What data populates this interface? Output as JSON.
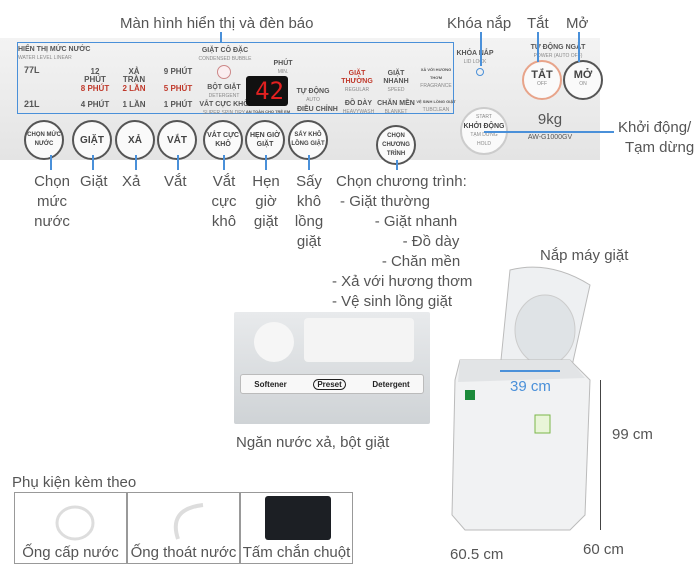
{
  "labels": {
    "display": "Màn hình hiển thị và đèn báo",
    "lid_lock": "Khóa nắp",
    "off": "Tắt",
    "on": "Mở",
    "start_line1": "Khởi động/",
    "start_line2": "Tạm dừng",
    "water_level": [
      "Chọn",
      "mức",
      "nước"
    ],
    "wash": "Giặt",
    "rinse": "Xả",
    "spin": "Vắt",
    "super_spin": [
      "Vắt",
      "cực",
      "khô"
    ],
    "preset": [
      "Hẹn",
      "giờ",
      "giặt"
    ],
    "tub_dry": [
      "Sấy",
      "khô",
      "lồng",
      "giặt"
    ],
    "course_title": "Chọn chương trình:",
    "courses": [
      "- Giặt thường",
      "- Giặt nhanh",
      "- Đồ dày",
      "- Chăn mền",
      "- Xả với hương thơm",
      "- Vệ sinh lồng giặt"
    ],
    "lid": "Nắp máy giặt",
    "drawer": "Ngăn nước xả, bột giặt",
    "dim_depth_tub": "39 cm",
    "dim_height": "99 cm",
    "dim_width": "60.5 cm",
    "dim_depth": "60 cm"
  },
  "panel": {
    "water_level_title": "HIỂN THỊ MỨC NƯỚC",
    "water_level_sub": "WATER LEVEL LINEAR",
    "level_high": "77L",
    "level_low": "21L",
    "wash_times": [
      "12 PHÚT",
      "8 PHÚT",
      "4 PHÚT"
    ],
    "rinse_times": [
      "XẢ TRÀN",
      "2 LẦN",
      "1 LẦN"
    ],
    "spin_times": [
      "9 PHÚT",
      "5 PHÚT",
      "1 PHÚT"
    ],
    "condensed": "GIẶT CÔ ĐẶC",
    "condensed_sub": "CONDENSED BUBBLE",
    "detergent": "BỘT GIẶT",
    "detergent_sub": "DETERGENT",
    "super_spin": "VẮT CỰC KHÔ",
    "super_spin_sub": "SUPER SPIN DRY",
    "minute": "PHÚT",
    "minute_sub": "MIN.",
    "display_value": "42",
    "child_proof": "AN TOÀN CHO TRẺ EM",
    "auto": "TỰ ĐỘNG",
    "auto_sub": "AUTO",
    "manual": "ĐIỀU CHỈNH",
    "courses": [
      {
        "vi": "GIẶT THƯỜNG",
        "en": "REGULAR"
      },
      {
        "vi": "GIẶT NHANH",
        "en": "SPEED"
      },
      {
        "vi": "XẢ VỚI HƯƠNG THƠM",
        "en": "FRAGRANCE"
      },
      {
        "vi": "ĐỒ DÀY",
        "en": "HEAVYWASH"
      },
      {
        "vi": "CHĂN MỀN",
        "en": "BLANKET"
      },
      {
        "vi": "VỆ SINH LỒNG GIẶT",
        "en": "TUBCLEAN"
      }
    ],
    "lid_lock": "KHÓA NẮP",
    "lid_lock_sub": "LID LOCK",
    "power_off": "TỰ ĐỘNG NGẮT",
    "power_off_sub": "POWER (AUTO OFF)",
    "buttons": {
      "water": "CHỌN MỨC NƯỚC",
      "wash": "GIẶT",
      "rinse": "XẢ",
      "spin": "VẮT",
      "super_spin": "VẮT CỰC KHÔ",
      "preset": "HẸN GIỜ GIẶT",
      "tub_dry": "SẤY KHÔ LỒNG GIẶT",
      "course": "CHỌN CHƯƠNG TRÌNH",
      "start": "KHỞI ĐỘNG",
      "start_en": "START",
      "hold": "TẠM DỪNG",
      "hold_en": "HOLD",
      "off": "TẮT",
      "off_en": "OFF",
      "on": "MỞ",
      "on_en": "ON"
    },
    "capacity": "9kg",
    "model": "AW-G1000GV"
  },
  "drawer": {
    "softener": "Softener",
    "preset": "Preset",
    "detergent": "Detergent"
  },
  "accessories": {
    "title": "Phụ kiện kèm theo",
    "items": [
      "Ống cấp nước",
      "Ống thoát nước",
      "Tấm chắn chuột"
    ]
  },
  "colors": {
    "accent": "#4a90d9",
    "off_ring": "#e8a48a",
    "display_red": "#e02020"
  }
}
